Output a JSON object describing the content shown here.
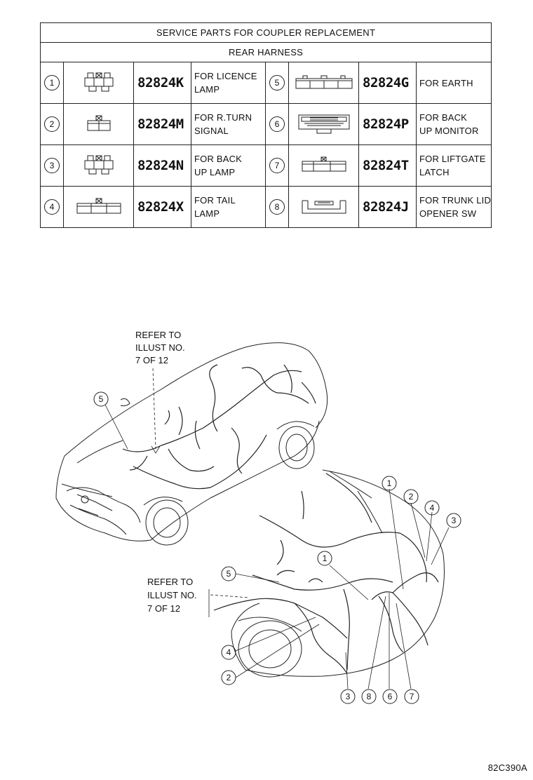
{
  "table": {
    "title": "SERVICE PARTS FOR COUPLER REPLACEMENT",
    "subtitle": "REAR HARNESS",
    "rows": [
      {
        "left": {
          "num": "1",
          "part": "82824K",
          "desc1": "FOR LICENCE",
          "desc2": "LAMP"
        },
        "right": {
          "num": "5",
          "part": "82824G",
          "desc1": "FOR EARTH",
          "desc2": ""
        }
      },
      {
        "left": {
          "num": "2",
          "part": "82824M",
          "desc1": "FOR R.TURN",
          "desc2": "SIGNAL"
        },
        "right": {
          "num": "6",
          "part": "82824P",
          "desc1": "FOR BACK",
          "desc2": "UP MONITOR"
        }
      },
      {
        "left": {
          "num": "3",
          "part": "82824N",
          "desc1": "FOR BACK",
          "desc2": "UP LAMP"
        },
        "right": {
          "num": "7",
          "part": "82824T",
          "desc1": "FOR LIFTGATE",
          "desc2": "LATCH"
        }
      },
      {
        "left": {
          "num": "4",
          "part": "82824X",
          "desc1": "FOR TAIL",
          "desc2": "LAMP"
        },
        "right": {
          "num": "8",
          "part": "82824J",
          "desc1": "FOR TRUNK LID",
          "desc2": "OPENER SW"
        }
      }
    ]
  },
  "illustration": {
    "refer_top": [
      "REFER TO",
      "ILLUST NO.",
      "7 OF 12"
    ],
    "refer_bottom": [
      "REFER TO",
      "ILLUST NO.",
      "7 OF 12"
    ],
    "callouts": {
      "c5_front": "5",
      "c1_mid": "1",
      "c5_rear": "5",
      "c4_rear": "4",
      "c2_rear": "2",
      "c1_top": "1",
      "c2_top": "2",
      "c4_top": "4",
      "c3_top": "3",
      "c3_bottom": "3",
      "c8_bottom": "8",
      "c6_bottom": "6",
      "c7_bottom": "7"
    }
  },
  "diagram_code": "82C390A"
}
